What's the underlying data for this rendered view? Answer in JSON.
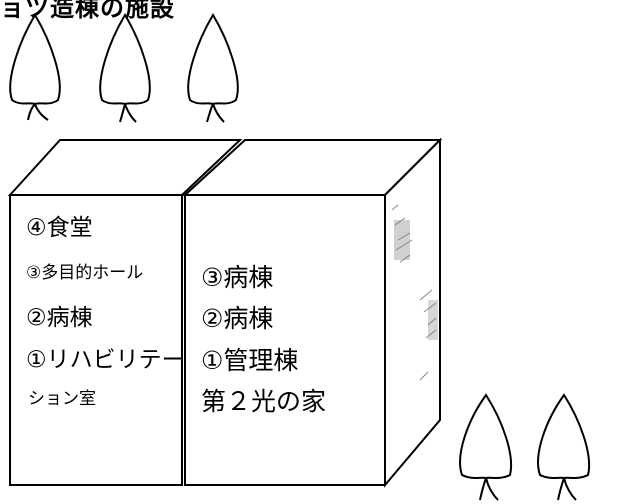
{
  "header": {
    "title": "ョツ造棟の施設"
  },
  "left_building": {
    "floors": [
      {
        "label": "④食堂"
      },
      {
        "label": "③多目的ホール"
      },
      {
        "label": "②病棟"
      },
      {
        "label": "①リハビリテー"
      },
      {
        "label": "ション室"
      }
    ]
  },
  "right_building": {
    "floors": [
      {
        "label": "③病棟"
      },
      {
        "label": "②病棟"
      },
      {
        "label": "①管理棟"
      }
    ],
    "name": "第２光の家"
  },
  "icons": {
    "tree": "tree-icon"
  }
}
